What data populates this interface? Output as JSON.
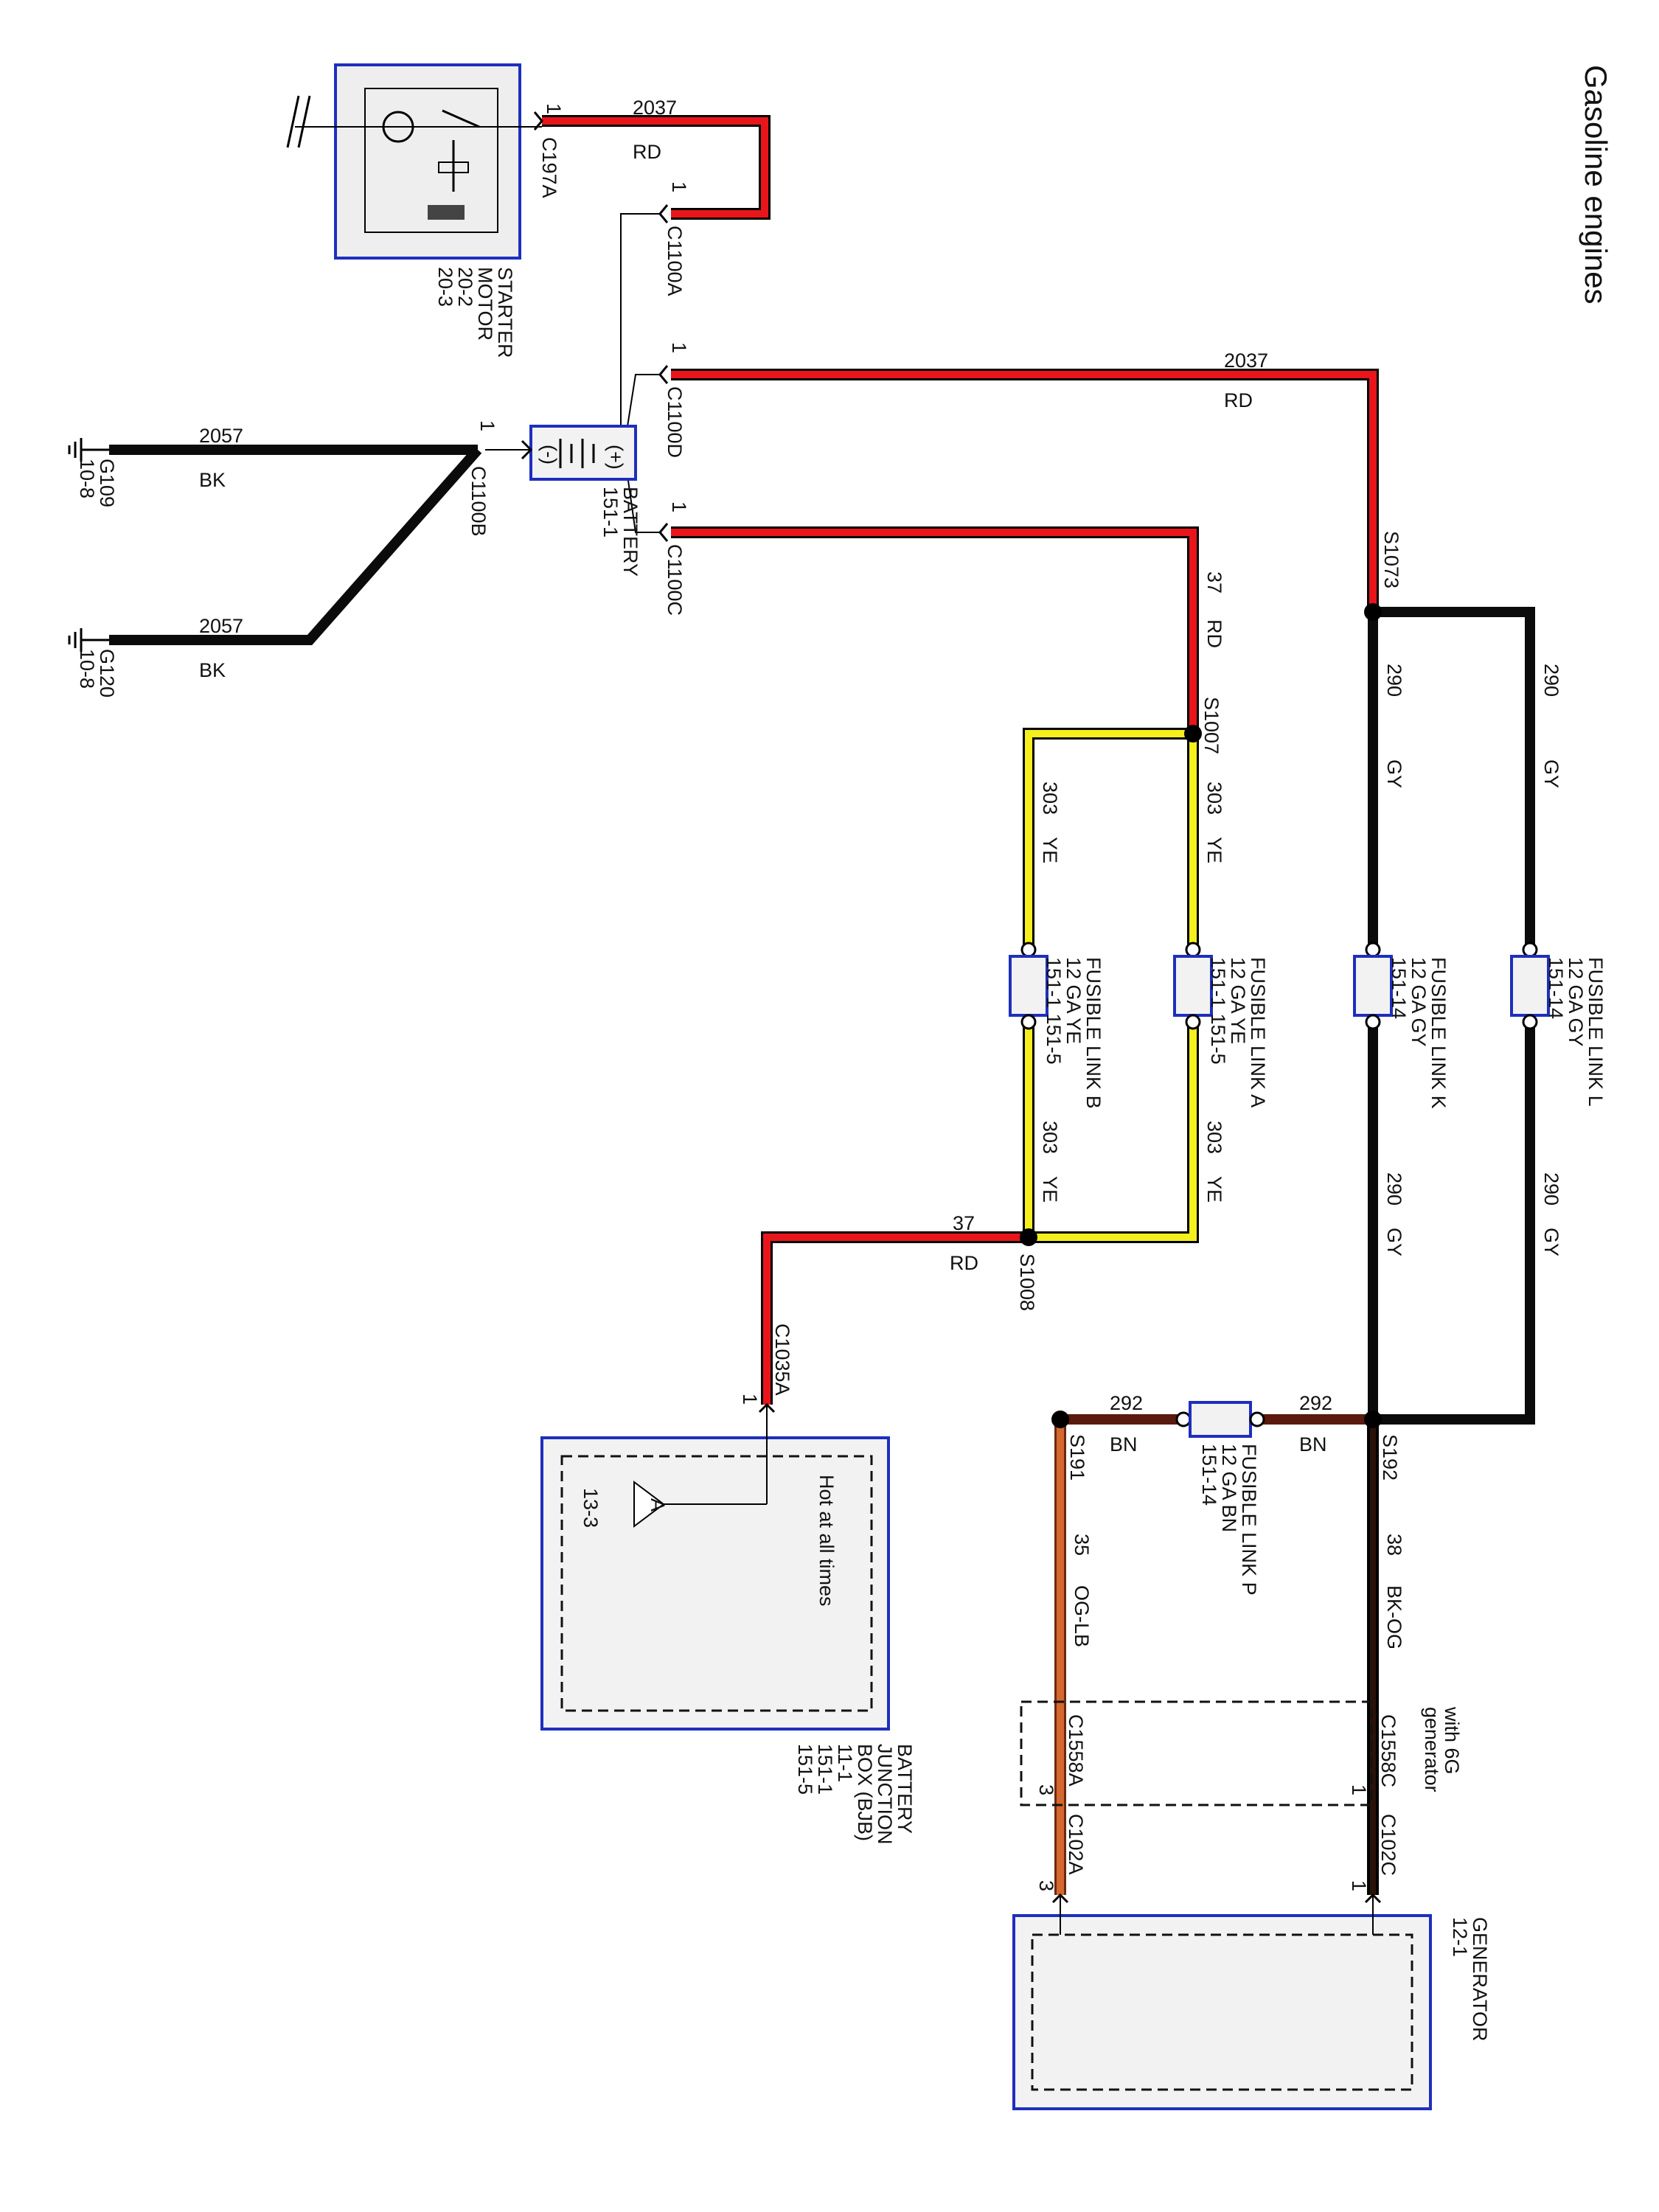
{
  "title": "Gasoline engines",
  "components": {
    "starter_motor": [
      "STARTER",
      "MOTOR",
      "20-2",
      "20-3"
    ],
    "battery": [
      "BATTERY",
      "151-1"
    ],
    "battery_symbol": {
      "plus": "(+)",
      "minus": "(-)"
    },
    "bjb": [
      "BATTERY",
      "JUNCTION",
      "BOX (BJB)",
      "11-1",
      "151-1",
      "151-5"
    ],
    "bjb_inner": {
      "text": "Hot at all times",
      "ref": "13-3",
      "marker": "A"
    },
    "generator": [
      "GENERATOR",
      "12-1"
    ],
    "g109": [
      "G109",
      "10-8"
    ],
    "g120": [
      "G120",
      "10-8"
    ],
    "with_6g": [
      "with 6G",
      "generator"
    ]
  },
  "fusible_links": {
    "l": [
      "FUSIBLE LINK L",
      "12 GA      GY",
      "151-14"
    ],
    "k": [
      "FUSIBLE LINK K",
      "12 GA      GY",
      "151-14"
    ],
    "a": [
      "FUSIBLE LINK A",
      "12 GA      YE",
      "151-1      151-5"
    ],
    "b": [
      "FUSIBLE LINK B",
      "12 GA      YE",
      "151-1      151-5"
    ],
    "p": [
      "FUSIBLE LINK P",
      "12 GA      BN",
      "151-14"
    ]
  },
  "connectors": {
    "c197a": "C197A",
    "c1100a": "C1100A",
    "c1100d": "C1100D",
    "c1100c": "C1100C",
    "c1100b": "C1100B",
    "c1035a": "C1035A",
    "c1558a": "C1558A",
    "c1558c": "C1558C",
    "c102a": "C102A",
    "c102c": "C102C"
  },
  "pins": {
    "one": "1",
    "three": "3"
  },
  "splices": {
    "s1073": "S1073",
    "s1007": "S1007",
    "s1008": "S1008",
    "s192": "S192",
    "s191": "S191"
  },
  "wires": {
    "w2037": "2037",
    "rd": "RD",
    "w2057": "2057",
    "bk": "BK",
    "w37": "37",
    "w303": "303",
    "ye": "YE",
    "w290": "290",
    "gy": "GY",
    "w292": "292",
    "bn": "BN",
    "w38": "38",
    "bkog": "BK-OG",
    "w35": "35",
    "oglb": "OG-LB"
  },
  "colors": {
    "red": "#e8161b",
    "black": "#0b0b0b",
    "yellow": "#f4ef1d",
    "brown": "#5a1a0e",
    "orange": "#d4682e",
    "component_border": "#1e2fbd"
  }
}
